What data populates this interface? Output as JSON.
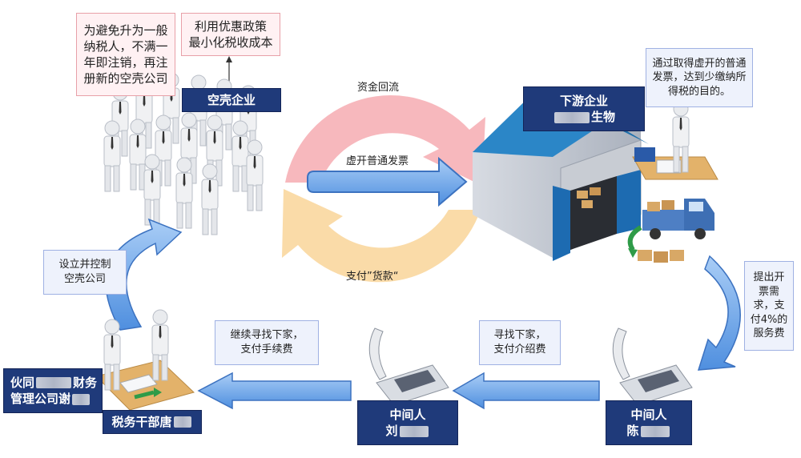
{
  "notes": {
    "shell_reason": "为避免升为一般纳税人，不满一年即注销，再注册新的空壳公司",
    "shell_reason_lines": [
      "为避免升为一般",
      "纳税人，不满一",
      "年即注销，再注",
      "册新的空壳公司"
    ],
    "policy_lines": [
      "利用优惠政策",
      "最小化税收成本"
    ],
    "downstream_goal_lines": [
      "通过取得虚开的普通",
      "发票，达到少缴纳所",
      "得税的目的。"
    ]
  },
  "entities": {
    "shell_company": "空壳企业",
    "downstream_line1": "下游企业",
    "downstream_suffix": "生物",
    "partner_prefix": "伙同",
    "partner_mid": "财务",
    "partner_line2": "管理公司谢",
    "tax_officer": "税务干部唐",
    "middleman_liu_title": "中间人",
    "middleman_liu_name": "刘",
    "middleman_chen_title": "中间人",
    "middleman_chen_name": "陈"
  },
  "flows": {
    "capital_return": "资金回流",
    "false_invoice": "虚开普通发票",
    "payment": "支付”货款“",
    "setup_control_lines": [
      "设立并控制",
      "空壳公司"
    ],
    "demand_lines": [
      "提出开",
      "票需",
      "求，支",
      "付4%的",
      "服务费"
    ],
    "find_next_lines": [
      "寻找下家，",
      "支付介绍费"
    ],
    "continue_find_lines": [
      "继续寻找下家，",
      "支付手续费"
    ]
  },
  "colors": {
    "navy": "#1f3a7a",
    "arc_pink": "#f7b8bd",
    "arc_peach": "#fadba8",
    "arrow_blue": "#6fa6ea",
    "roof_blue": "#2b86c7"
  }
}
